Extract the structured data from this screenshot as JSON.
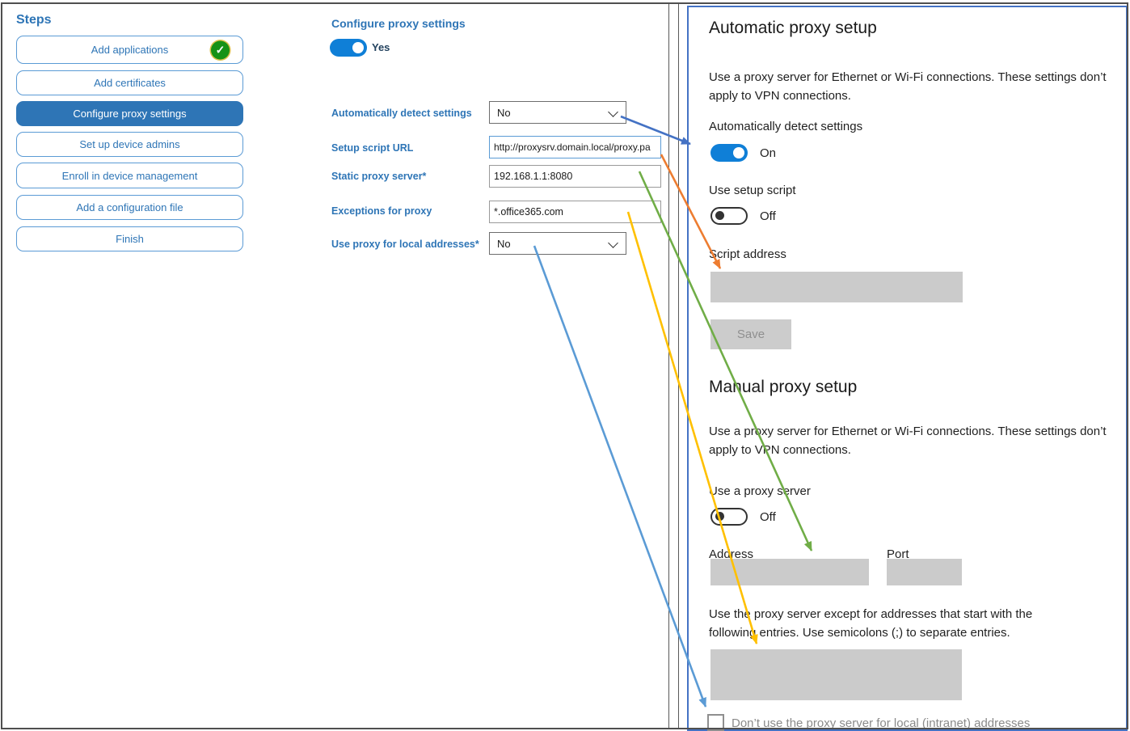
{
  "sidebar": {
    "title": "Steps",
    "items": [
      {
        "label": "Add applications",
        "completed": true
      },
      {
        "label": "Add certificates"
      },
      {
        "label": "Configure proxy settings",
        "selected": true
      },
      {
        "label": "Set up device admins"
      },
      {
        "label": "Enroll in device management"
      },
      {
        "label": "Add a configuration file"
      },
      {
        "label": "Finish"
      }
    ]
  },
  "form": {
    "title": "Configure proxy settings",
    "enable_toggle": {
      "state": "on",
      "label": "Yes"
    },
    "rows": [
      {
        "label": "Automatically detect settings",
        "type": "dropdown",
        "value": "No"
      },
      {
        "label": "Setup script URL",
        "type": "text",
        "value": "http://proxysrv.domain.local/proxy.pa"
      },
      {
        "label": "Static proxy server*",
        "type": "text",
        "value": "192.168.1.1:8080"
      },
      {
        "label": "Exceptions for proxy",
        "type": "text",
        "value": "*.office365.com"
      },
      {
        "label": "Use proxy for local addresses*",
        "type": "dropdown",
        "value": "No"
      }
    ]
  },
  "settings_panel": {
    "automatic": {
      "heading": "Automatic proxy setup",
      "description": "Use a proxy server for Ethernet or Wi-Fi connections. These settings don’t apply to VPN connections.",
      "detect_label": "Automatically detect settings",
      "detect_state": "On",
      "script_toggle_label": "Use setup script",
      "script_toggle_state": "Off",
      "script_address_label": "Script address",
      "script_address_value": "",
      "save_label": "Save"
    },
    "manual": {
      "heading": "Manual proxy setup",
      "description": "Use a proxy server for Ethernet or Wi-Fi connections. These settings don’t apply to VPN connections.",
      "proxy_toggle_label": "Use a proxy server",
      "proxy_toggle_state": "Off",
      "address_label": "Address",
      "address_value": "",
      "port_label": "Port",
      "port_value": "",
      "exceptions_text": "Use the proxy server except for addresses that start with the following entries. Use semicolons (;) to separate entries.",
      "exceptions_value": "",
      "checkbox_label": "Don’t use the proxy server for local (intranet) addresses",
      "checkbox_checked": false
    }
  },
  "arrows": [
    {
      "name": "automatically-detect-settings-link",
      "color": "#4472c4"
    },
    {
      "name": "setup-script-url-link",
      "color": "#ed7d31"
    },
    {
      "name": "static-proxy-server-link",
      "color": "#70ad47"
    },
    {
      "name": "proxy-exceptions-link",
      "color": "#ffc000"
    },
    {
      "name": "local-addresses-link",
      "color": "#5b9bd5"
    }
  ],
  "colors": {
    "accent_blue": "#2e75b6",
    "button_border": "#5b9bd5",
    "toggle_on": "#0f7fd7",
    "panel_border": "#4472c4",
    "completed_green": "#169216",
    "disabled_gray": "#cbcbcb"
  }
}
